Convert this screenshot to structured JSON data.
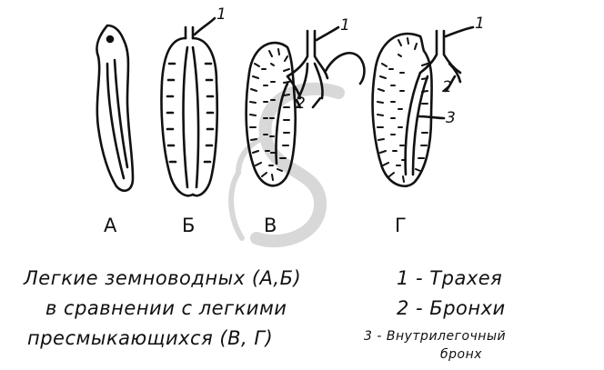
{
  "figure": {
    "panels": [
      {
        "letter": "А"
      },
      {
        "letter": "Б"
      },
      {
        "letter": "В"
      },
      {
        "letter": "Г"
      }
    ],
    "callouts": {
      "b_trachea": "1",
      "v_trachea": "1",
      "v_bronchi": "2",
      "g_trachea": "1",
      "g_bronchi": "2",
      "g_intrapulmonary": "3"
    },
    "caption": {
      "line1": "Легкие земноводных (А,Б)",
      "line2": "в сравнении с легкими",
      "line3": "пресмыкающихся (В, Г)"
    },
    "legend": {
      "item1": "1 - Трахея",
      "item2": "2 - Бронхи",
      "item3_line1": "3 - Внутрилегочный",
      "item3_line2": "бронх"
    },
    "colors": {
      "ink": "#111111",
      "watermark": "#cfcfcf",
      "background": "#ffffff"
    }
  }
}
